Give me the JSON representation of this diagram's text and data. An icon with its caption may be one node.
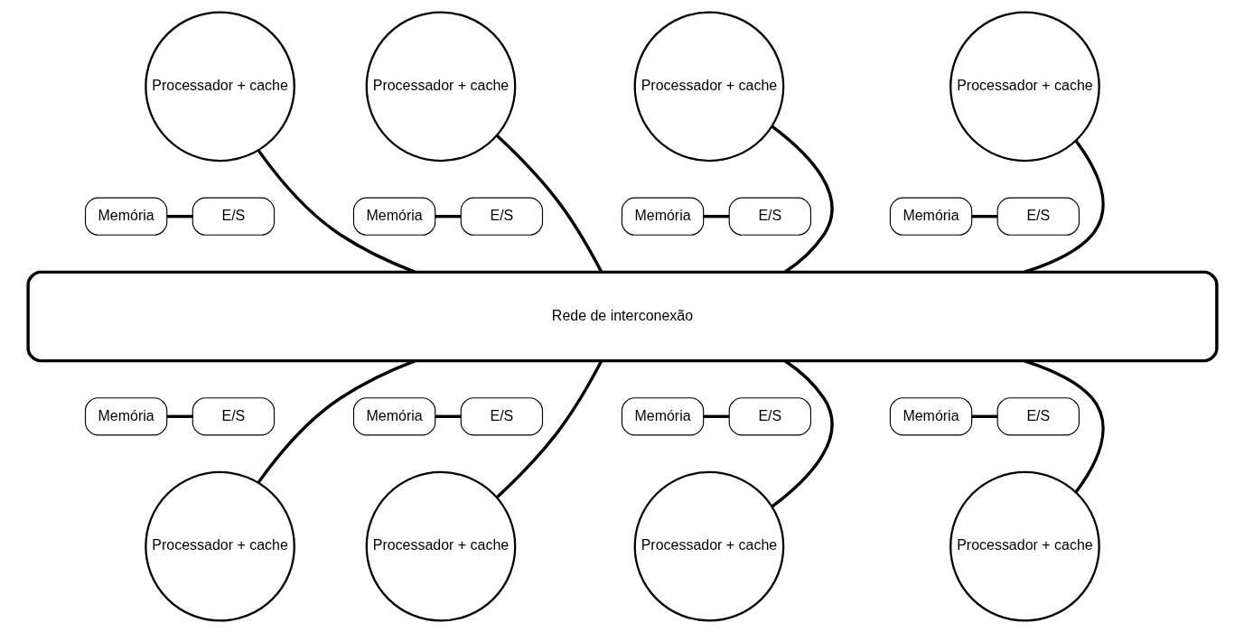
{
  "diagram": {
    "nodes": [
      {
        "text": [
          "Processador + cache"
        ]
      },
      {
        "text": [
          "Processador + cache"
        ]
      },
      {
        "text": [
          "Processador + cache"
        ]
      },
      {
        "text": [
          "Processador + cache"
        ]
      },
      {
        "text": [
          "Memória"
        ]
      },
      {
        "text": [
          "E/S"
        ]
      },
      {
        "text": [
          "Memória"
        ]
      },
      {
        "text": [
          "E/S"
        ]
      },
      {
        "text": [
          "Memória"
        ]
      },
      {
        "text": [
          "E/S"
        ]
      },
      {
        "text": [
          "Memória"
        ]
      },
      {
        "text": [
          "E/S"
        ]
      },
      {
        "text": [
          "Rede de interconexão"
        ]
      },
      {
        "text": [
          "Memória"
        ]
      },
      {
        "text": [
          "E/S"
        ]
      },
      {
        "text": [
          "Memória"
        ]
      },
      {
        "text": [
          "E/S"
        ]
      },
      {
        "text": [
          "Memória"
        ]
      },
      {
        "text": [
          "E/S"
        ]
      },
      {
        "text": [
          "Memória"
        ]
      },
      {
        "text": [
          "E/S"
        ]
      },
      {
        "text": [
          "Processador + cache"
        ]
      },
      {
        "text": [
          "Processador + cache"
        ]
      },
      {
        "text": [
          "Processador + cache"
        ]
      },
      {
        "text": [
          "Processador + cache"
        ]
      }
    ],
    "edges": [
      {
        "from": 0,
        "to": 12,
        "arrow": "none"
      },
      {
        "from": 1,
        "to": 12,
        "arrow": "none"
      },
      {
        "from": 2,
        "to": 12,
        "arrow": "none"
      },
      {
        "from": 3,
        "to": 12,
        "arrow": "none"
      },
      {
        "from": 4,
        "to": 5,
        "arrow": "none"
      },
      {
        "from": 6,
        "to": 7,
        "arrow": "none"
      },
      {
        "from": 8,
        "to": 9,
        "arrow": "none"
      },
      {
        "from": 10,
        "to": 11,
        "arrow": "none"
      },
      {
        "from": 12,
        "to": 21,
        "arrow": "none"
      },
      {
        "from": 12,
        "to": 22,
        "arrow": "none"
      },
      {
        "from": 12,
        "to": 23,
        "arrow": "none"
      },
      {
        "from": 12,
        "to": 24,
        "arrow": "none"
      },
      {
        "from": 13,
        "to": 14,
        "arrow": "none"
      },
      {
        "from": 15,
        "to": 16,
        "arrow": "none"
      },
      {
        "from": 17,
        "to": 18,
        "arrow": "none"
      },
      {
        "from": 19,
        "to": 20,
        "arrow": "none"
      }
    ]
  }
}
